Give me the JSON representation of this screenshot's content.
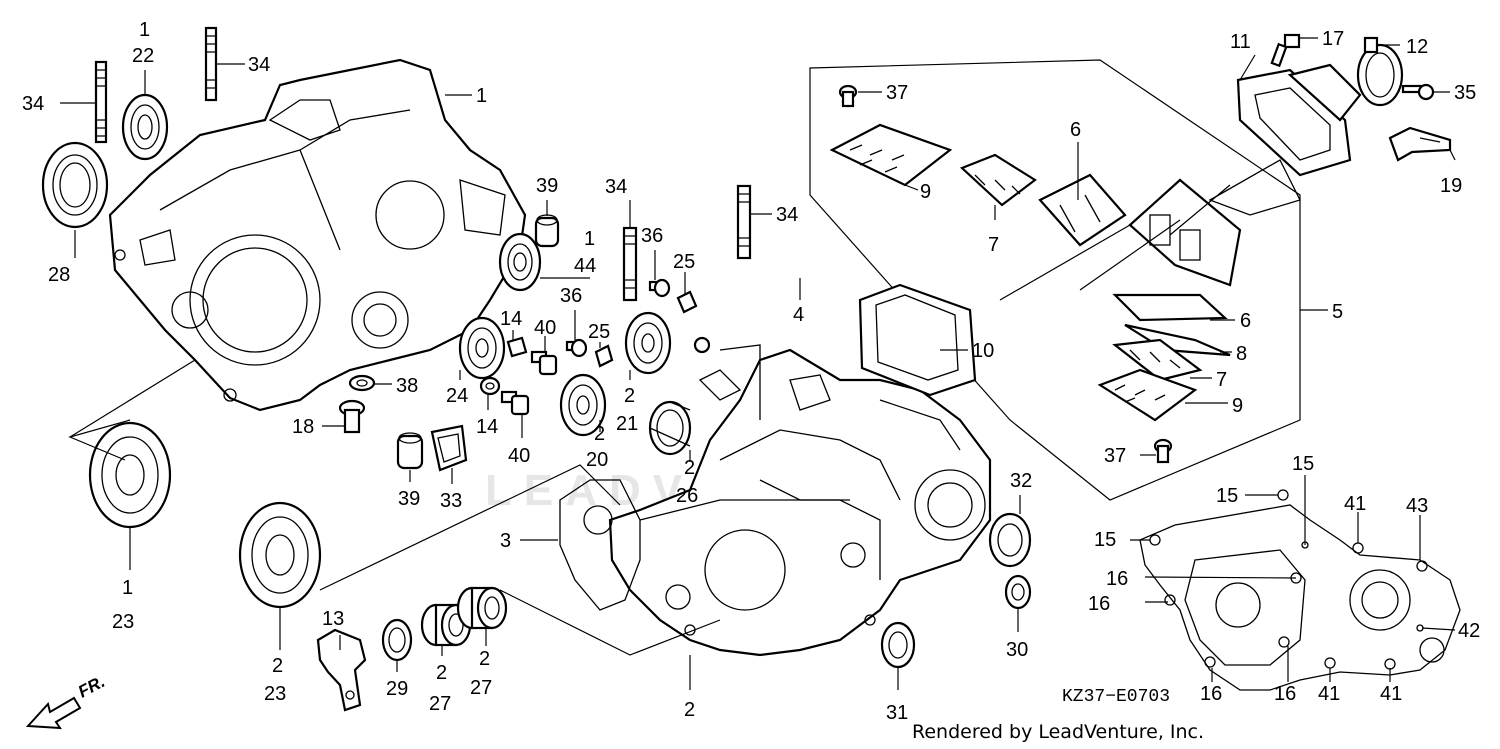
{
  "diagram": {
    "watermark": "LEADVENTURE",
    "diagram_code": "KZ37−E0703",
    "credit": "Rendered by LeadVenture, Inc.",
    "direction_label": "FR.",
    "callouts": [
      {
        "id": "c1a",
        "text": "1"
      },
      {
        "id": "c34a",
        "text": "34"
      },
      {
        "id": "c1b",
        "text": "1"
      },
      {
        "id": "c22",
        "text": "22"
      },
      {
        "id": "c34b",
        "text": "34"
      },
      {
        "id": "c28",
        "text": "28"
      },
      {
        "id": "c39a",
        "text": "39"
      },
      {
        "id": "c34c",
        "text": "34"
      },
      {
        "id": "c34d",
        "text": "34"
      },
      {
        "id": "c1c",
        "text": "1"
      },
      {
        "id": "c44",
        "text": "44"
      },
      {
        "id": "c36a",
        "text": "36"
      },
      {
        "id": "c25a",
        "text": "25"
      },
      {
        "id": "c4",
        "text": "4"
      },
      {
        "id": "c14a",
        "text": "14"
      },
      {
        "id": "c40a",
        "text": "40"
      },
      {
        "id": "c36b",
        "text": "36"
      },
      {
        "id": "c25b",
        "text": "25"
      },
      {
        "id": "c24",
        "text": "24"
      },
      {
        "id": "c38",
        "text": "38"
      },
      {
        "id": "c18",
        "text": "18"
      },
      {
        "id": "c14b",
        "text": "14"
      },
      {
        "id": "c40b",
        "text": "40"
      },
      {
        "id": "c2a",
        "text": "2"
      },
      {
        "id": "c21",
        "text": "21"
      },
      {
        "id": "c2b",
        "text": "2"
      },
      {
        "id": "c20",
        "text": "20"
      },
      {
        "id": "c2c",
        "text": "2"
      },
      {
        "id": "c26",
        "text": "26"
      },
      {
        "id": "c39b",
        "text": "39"
      },
      {
        "id": "c33",
        "text": "33"
      },
      {
        "id": "c1d",
        "text": "1"
      },
      {
        "id": "c23a",
        "text": "23"
      },
      {
        "id": "c3",
        "text": "3"
      },
      {
        "id": "c13",
        "text": "13"
      },
      {
        "id": "c2d",
        "text": "2"
      },
      {
        "id": "c23b",
        "text": "23"
      },
      {
        "id": "c29",
        "text": "29"
      },
      {
        "id": "c2e",
        "text": "2"
      },
      {
        "id": "c27a",
        "text": "27"
      },
      {
        "id": "c2f",
        "text": "2"
      },
      {
        "id": "c27b",
        "text": "27"
      },
      {
        "id": "c2g",
        "text": "2"
      },
      {
        "id": "c31",
        "text": "31"
      },
      {
        "id": "c32",
        "text": "32"
      },
      {
        "id": "c30",
        "text": "30"
      },
      {
        "id": "c37a",
        "text": "37"
      },
      {
        "id": "c9a",
        "text": "9"
      },
      {
        "id": "c7a",
        "text": "7"
      },
      {
        "id": "c6a",
        "text": "6"
      },
      {
        "id": "c10",
        "text": "10"
      },
      {
        "id": "c11",
        "text": "11"
      },
      {
        "id": "c17",
        "text": "17"
      },
      {
        "id": "c12",
        "text": "12"
      },
      {
        "id": "c35",
        "text": "35"
      },
      {
        "id": "c19",
        "text": "19"
      },
      {
        "id": "c5",
        "text": "5"
      },
      {
        "id": "c6b",
        "text": "6"
      },
      {
        "id": "c8",
        "text": "8"
      },
      {
        "id": "c7b",
        "text": "7"
      },
      {
        "id": "c9b",
        "text": "9"
      },
      {
        "id": "c37b",
        "text": "37"
      },
      {
        "id": "c15a",
        "text": "15"
      },
      {
        "id": "c15b",
        "text": "15"
      },
      {
        "id": "c15c",
        "text": "15"
      },
      {
        "id": "c41a",
        "text": "41"
      },
      {
        "id": "c43",
        "text": "43"
      },
      {
        "id": "c16a",
        "text": "16"
      },
      {
        "id": "c16b",
        "text": "16"
      },
      {
        "id": "c42",
        "text": "42"
      },
      {
        "id": "c16c",
        "text": "16"
      },
      {
        "id": "c16d",
        "text": "16"
      },
      {
        "id": "c41b",
        "text": "41"
      },
      {
        "id": "c41c",
        "text": "41"
      }
    ]
  }
}
